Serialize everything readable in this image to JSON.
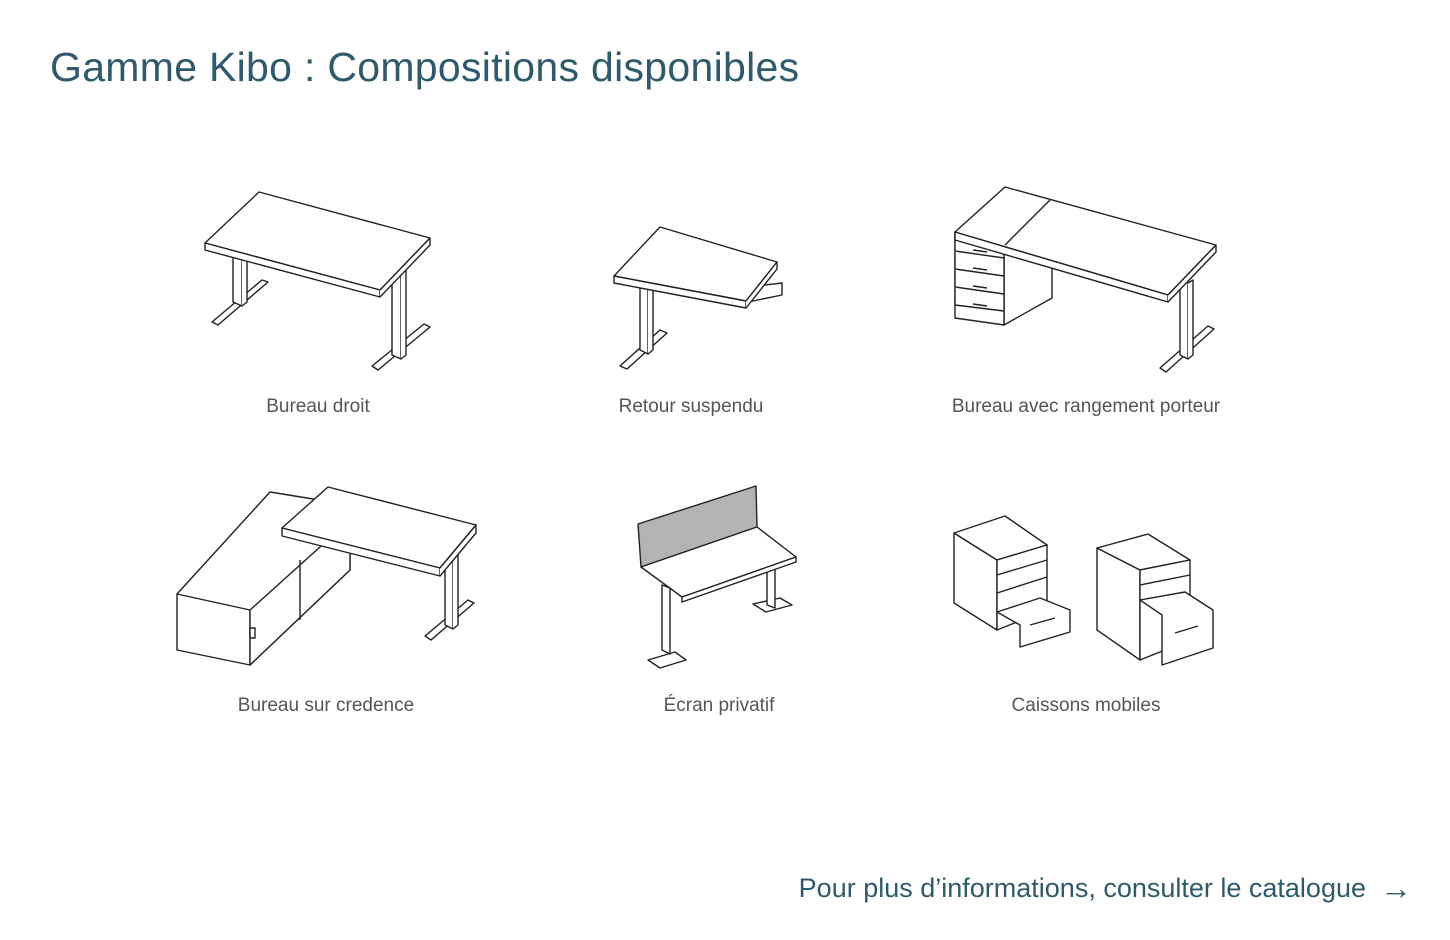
{
  "title": "Gamme Kibo : Compositions disponibles",
  "items": [
    {
      "label": "Bureau droit"
    },
    {
      "label": "Retour suspendu"
    },
    {
      "label": "Bureau avec rangement porteur"
    },
    {
      "label": "Bureau sur credence"
    },
    {
      "label": "Écran privatif"
    },
    {
      "label": "Caissons mobiles"
    }
  ],
  "footer": {
    "link_text": "Pour plus d’informations, consulter le catalogue",
    "icon": "arrow-right-icon"
  },
  "colors": {
    "accent": "#2f5a6b",
    "screen": "#b3b3b3"
  }
}
